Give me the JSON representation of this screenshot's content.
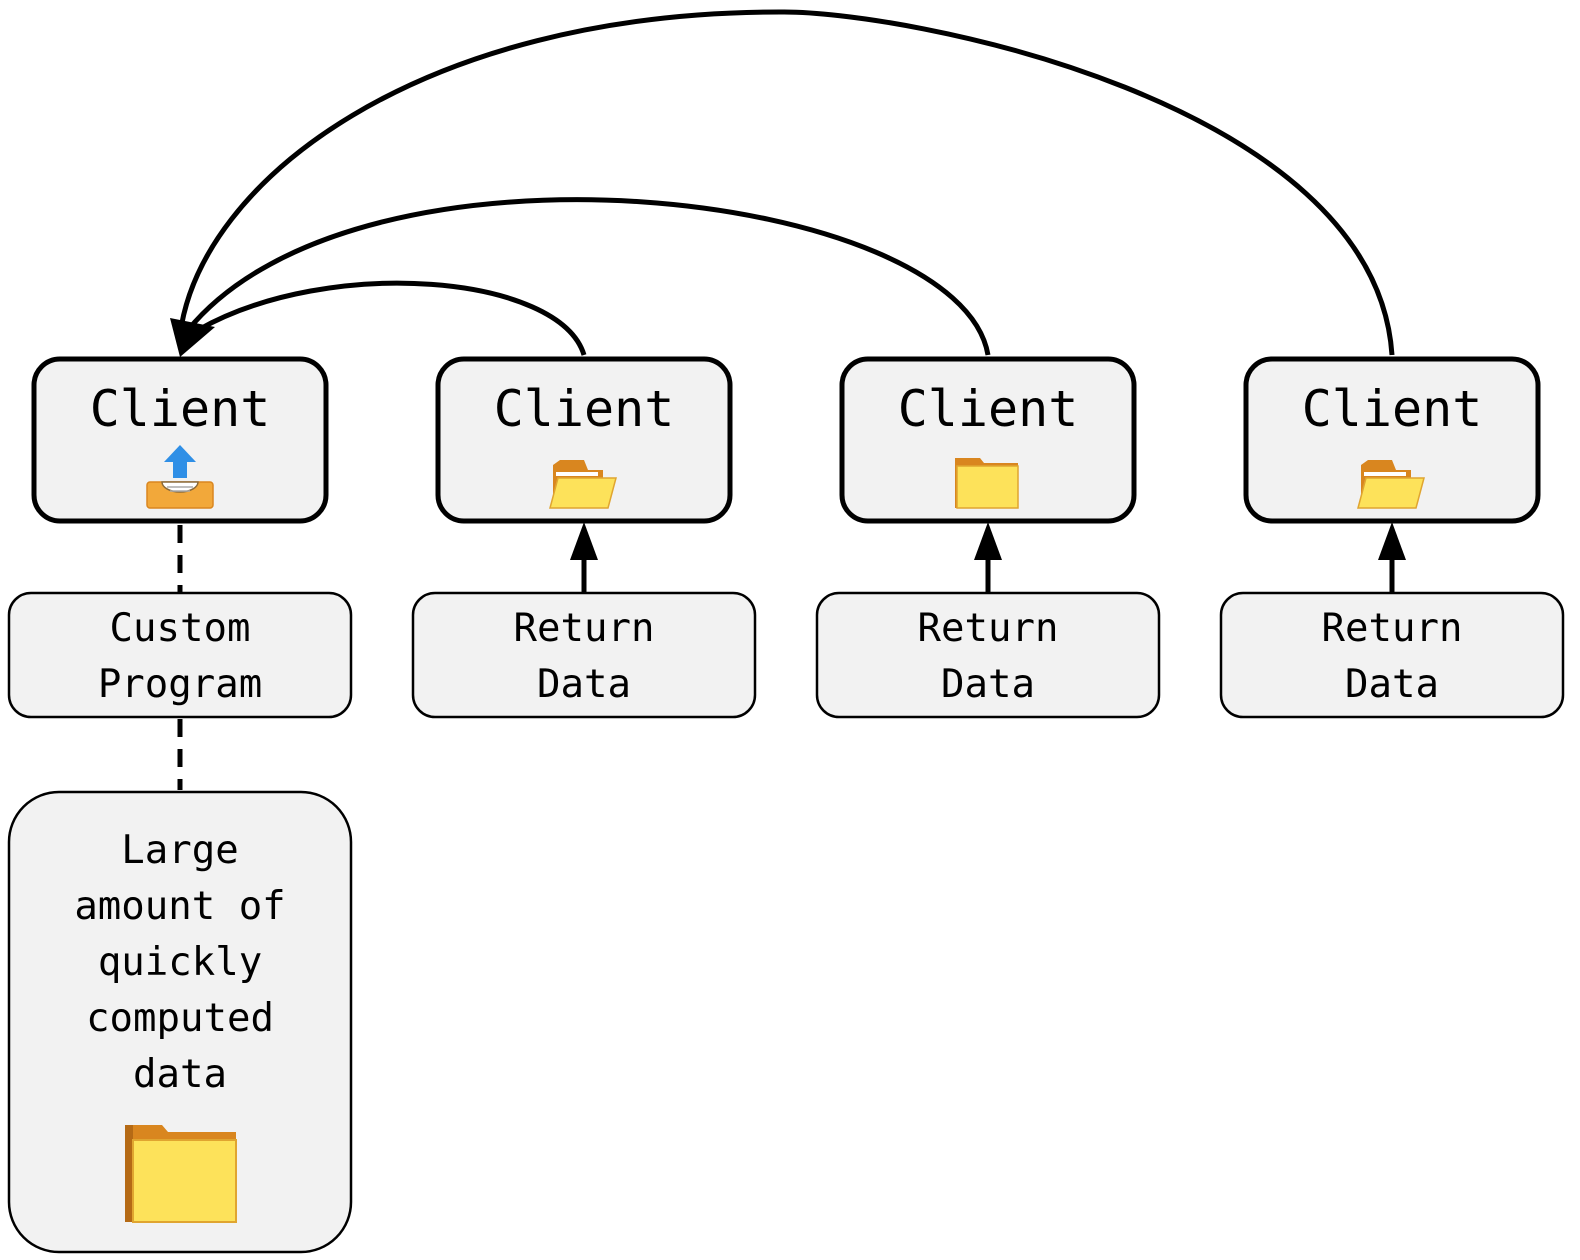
{
  "clients": [
    {
      "title": "Client",
      "icon": "upload-tray-icon"
    },
    {
      "title": "Client",
      "icon": "open-folder-icon"
    },
    {
      "title": "Client",
      "icon": "folder-icon"
    },
    {
      "title": "Client",
      "icon": "open-folder-icon"
    }
  ],
  "labels": {
    "custom_program": [
      "Custom",
      "Program"
    ],
    "return_data": [
      [
        "Return",
        "Data"
      ],
      [
        "Return",
        "Data"
      ],
      [
        "Return",
        "Data"
      ]
    ],
    "large_data": [
      "Large",
      "amount of",
      "quickly",
      "computed",
      "data"
    ]
  },
  "large_data_icon": "folder-icon",
  "colors": {
    "box_fill": "#f2f2f2",
    "stroke": "#000000",
    "folder_yellow": "#fde25a",
    "folder_orange": "#f2a83a",
    "folder_back": "#d9861f",
    "upload_blue": "#2f8fe6"
  }
}
